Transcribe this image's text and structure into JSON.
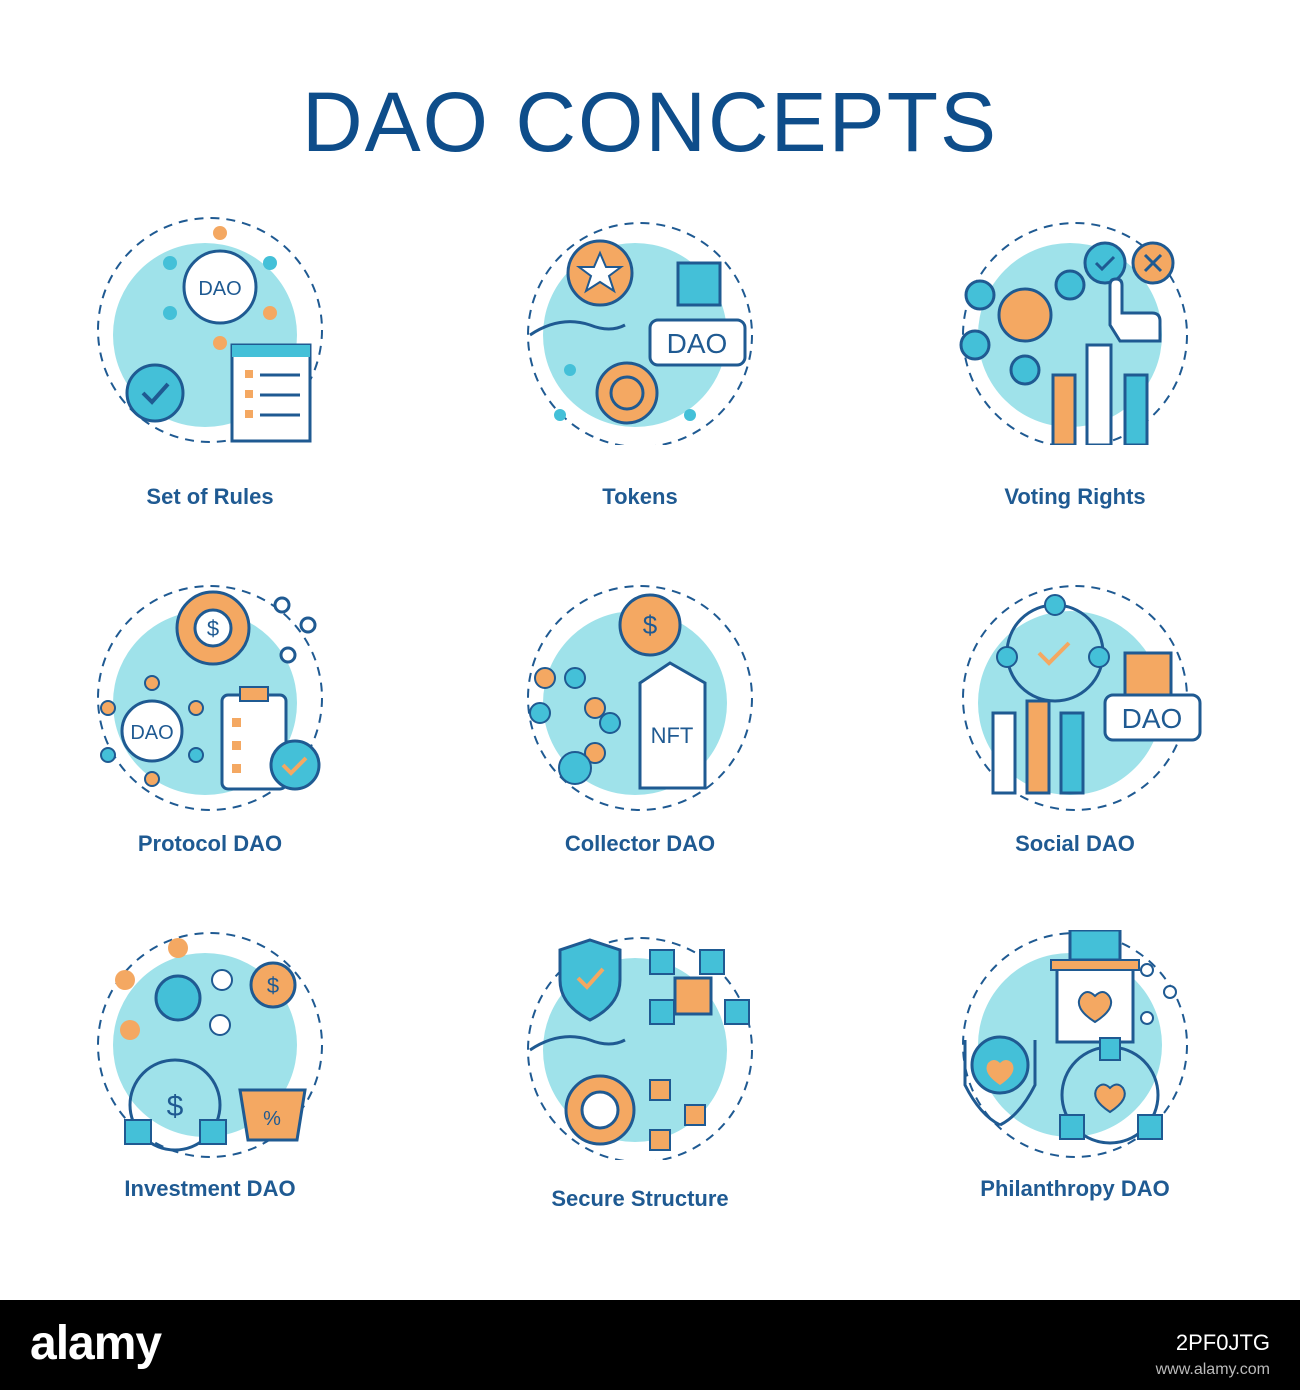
{
  "title": "DAO CONCEPTS",
  "colors": {
    "navy": "#0e4d8a",
    "blue": "#1f5a92",
    "teal": "#64d4dc",
    "cyan": "#44c0d8",
    "orange": "#f4a862",
    "footer": "#000000"
  },
  "cards": [
    {
      "label": "Set of Rules",
      "icon": "set-of-rules-icon",
      "embedded_text": [
        "DAO"
      ]
    },
    {
      "label": "Tokens",
      "icon": "tokens-icon",
      "embedded_text": [
        "DAO"
      ]
    },
    {
      "label": "Voting Rights",
      "icon": "voting-rights-icon",
      "embedded_text": []
    },
    {
      "label": "Protocol DAO",
      "icon": "protocol-dao-icon",
      "embedded_text": [
        "DAO",
        "$"
      ]
    },
    {
      "label": "Collector DAO",
      "icon": "collector-dao-icon",
      "embedded_text": [
        "NFT",
        "$"
      ]
    },
    {
      "label": "Social DAO",
      "icon": "social-dao-icon",
      "embedded_text": [
        "DAO"
      ]
    },
    {
      "label": "Investment DAO",
      "icon": "investment-dao-icon",
      "embedded_text": [
        "$",
        "$",
        "%"
      ]
    },
    {
      "label": "Secure Structure",
      "icon": "secure-structure-icon",
      "embedded_text": []
    },
    {
      "label": "Philanthropy DAO",
      "icon": "philanthropy-dao-icon",
      "embedded_text": []
    }
  ],
  "footer": {
    "logo": "alamy",
    "image_id": "2PF0JTG",
    "url": "www.alamy.com"
  }
}
